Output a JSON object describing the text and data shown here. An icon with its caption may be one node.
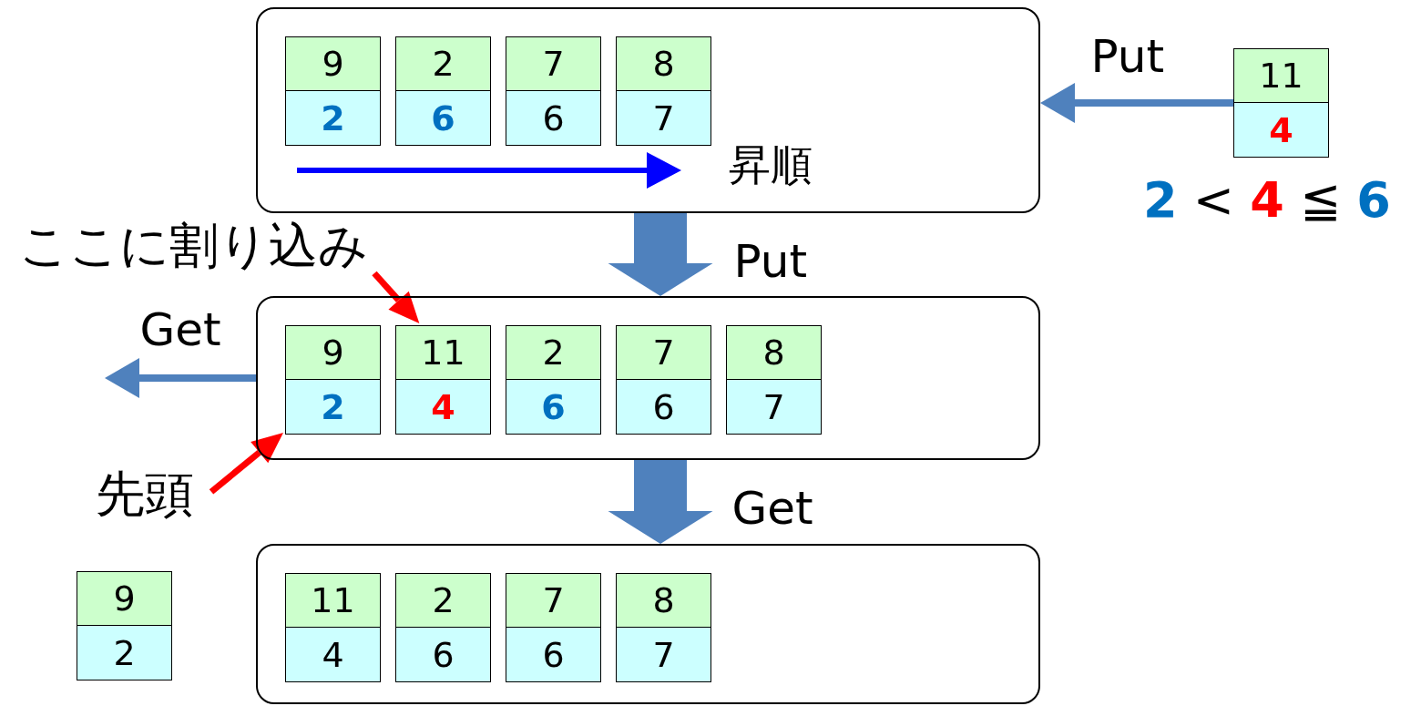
{
  "diagram": {
    "nodes": [
      {
        "text": [],
        "shape": "box"
      },
      {
        "text": [
          "9",
          "2"
        ],
        "in": 0
      },
      {
        "text": [
          "2",
          "6"
        ],
        "in": 0
      },
      {
        "text": [
          "7",
          "6"
        ],
        "in": 0
      },
      {
        "text": [
          "8",
          "7"
        ],
        "in": 0
      },
      {
        "text": [
          "11",
          "4"
        ],
        "beside": [
          "**2** < **4** ≦ **6**"
        ]
      },
      {
        "text": [],
        "shape": "box"
      },
      {
        "text": [
          "9",
          "2"
        ],
        "in": 6
      },
      {
        "text": [
          "11",
          "4"
        ],
        "in": 6
      },
      {
        "text": [
          "2",
          "6"
        ],
        "in": 6
      },
      {
        "text": [
          "7",
          "6"
        ],
        "in": 6
      },
      {
        "text": [
          "8",
          "7"
        ],
        "in": 6
      },
      {
        "text": [],
        "shape": "box"
      },
      {
        "text": [
          "11",
          "4"
        ],
        "in": 12
      },
      {
        "text": [
          "2",
          "6"
        ],
        "in": 12
      },
      {
        "text": [
          "7",
          "6"
        ],
        "in": 12
      },
      {
        "text": [
          "8",
          "7"
        ],
        "in": 12
      },
      {
        "text": [
          "9",
          "2"
        ]
      },
      {
        "text": [
          "ここに割り込み"
        ]
      },
      {
        "text": [
          "先頭"
        ]
      }
    ],
    "edges": [
      {
        "from": 5,
        "to": 0,
        "arrow": "to",
        "label": "Put"
      },
      {
        "from": 0,
        "to": 6,
        "arrow": "to",
        "label": "Put",
        "style": "thick"
      },
      {
        "from": 6,
        "to": null,
        "arrow": "to",
        "label": "Get"
      },
      {
        "from": 6,
        "to": 12,
        "arrow": "to",
        "label": "Get",
        "style": "thick"
      },
      {
        "from": 18,
        "to": 8,
        "arrow": "to",
        "color": "#ff0000"
      },
      {
        "from": 19,
        "to": 7,
        "arrow": "to",
        "color": "#ff0000"
      }
    ],
    "labels": [
      "昇順"
    ]
  }
}
